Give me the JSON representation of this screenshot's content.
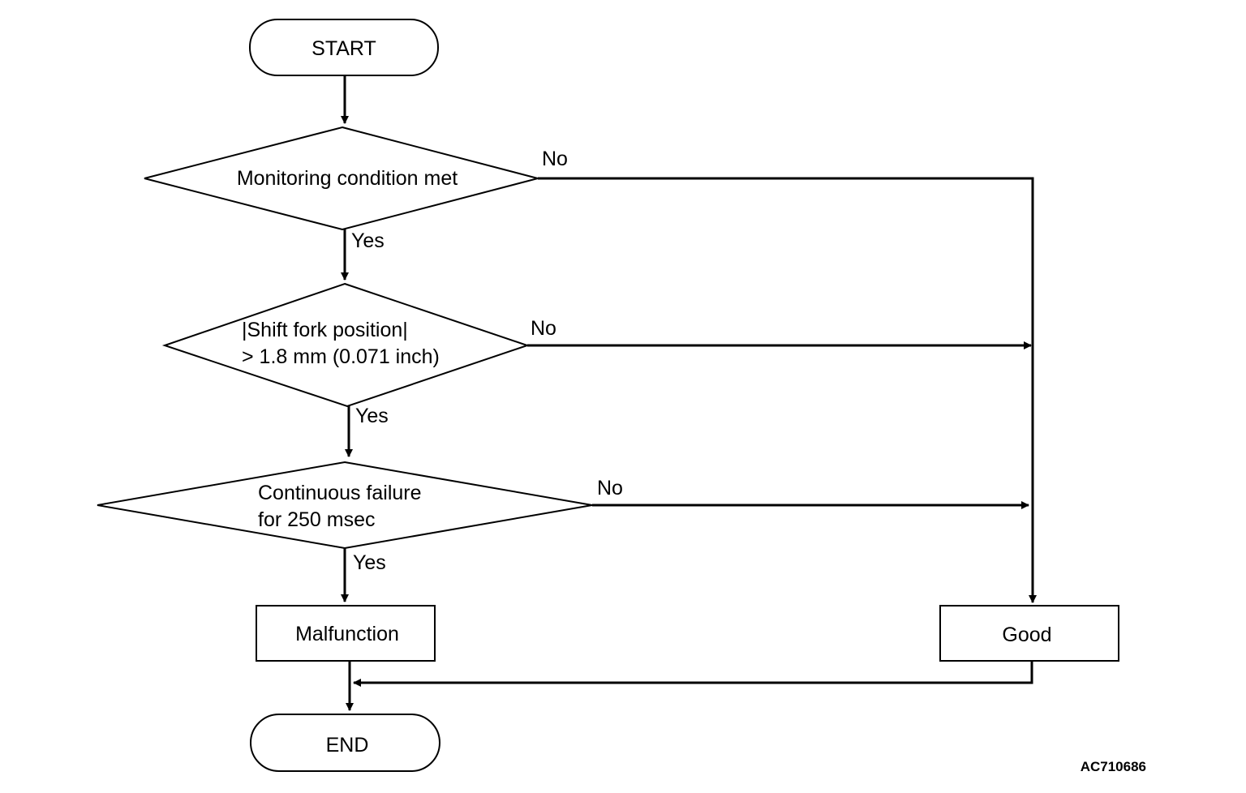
{
  "nodes": {
    "start": "START",
    "decision1": "Monitoring condition met",
    "decision2_line1": "|Shift fork position|",
    "decision2_line2": "> 1.8 mm (0.071 inch)",
    "decision3_line1": "Continuous failure",
    "decision3_line2": "for 250 msec",
    "malfunction": "Malfunction",
    "good": "Good",
    "end": "END"
  },
  "branches": {
    "d1_no": "No",
    "d1_yes": "Yes",
    "d2_no": "No",
    "d2_yes": "Yes",
    "d3_no": "No",
    "d3_yes": "Yes"
  },
  "figure_id": "AC710686"
}
